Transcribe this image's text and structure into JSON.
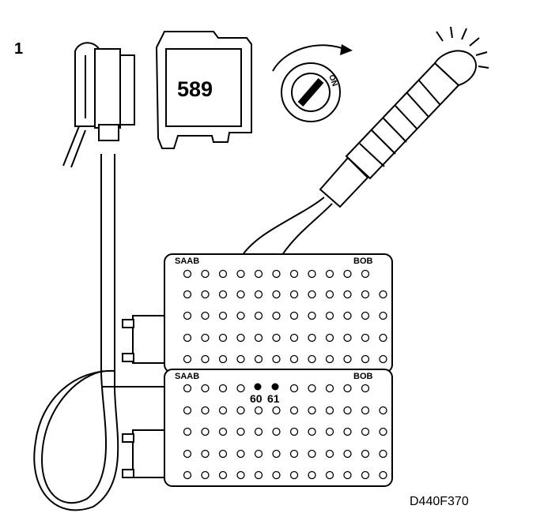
{
  "figure_number": "1",
  "relay_label": "589",
  "ignition": {
    "position_label": "ON"
  },
  "breakout_boxes": [
    {
      "brand": "SAAB",
      "name": "BOB"
    },
    {
      "brand": "SAAB",
      "name": "BOB"
    }
  ],
  "test_pins": [
    "60",
    "61"
  ],
  "drawing_code": "D440F370"
}
